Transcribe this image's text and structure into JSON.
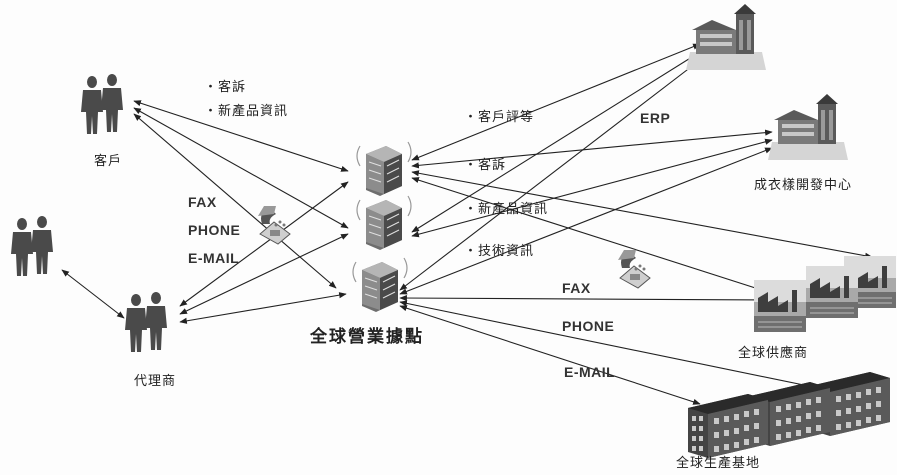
{
  "labels": {
    "customer": "客戶",
    "agent": "代理商",
    "global_sales": "全球營業據點",
    "design_center": "成衣樣開發中心",
    "global_supplier": "全球供應商",
    "global_production": "全球生產基地"
  },
  "customer_notes": [
    "・客訴",
    "・新產品資訊"
  ],
  "center_notes": [
    "・客戶評等",
    "・客訴",
    "・新產品資訊",
    "・技術資訊"
  ],
  "channels_left": [
    "FAX",
    "PHONE",
    "E-MAIL"
  ],
  "channels_right": {
    "fax": "FAX",
    "phone": "PHONE",
    "email": "E-MAIL",
    "erp": "ERP"
  },
  "icons": {
    "people": "people-icon",
    "building": "office-building-icon",
    "phone": "telephone-icon",
    "factory": "factory-icon",
    "headquarters": "headquarters-icon",
    "supplier": "supplier-icon"
  },
  "colors": {
    "line": "#222222",
    "icon_dark": "#4a4a4a",
    "icon_mid": "#8a8a8a",
    "icon_light": "#c8c8c8"
  }
}
